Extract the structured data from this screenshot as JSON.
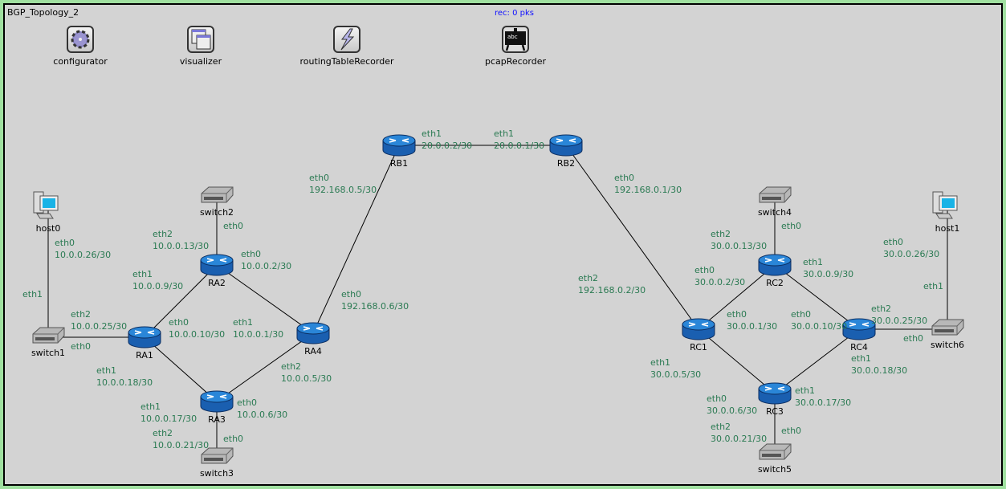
{
  "network": {
    "title": "BGP_Topology_2",
    "status": "rec: 0 pks"
  },
  "tools": [
    {
      "label": "configurator",
      "icon": "gear-icon"
    },
    {
      "label": "visualizer",
      "icon": "windows-icon"
    },
    {
      "label": "routingTableRecorder",
      "icon": "lightning-icon"
    },
    {
      "label": "pcapRecorder",
      "icon": "blackboard-icon"
    }
  ],
  "pcap_icon_text": "abc",
  "nodes": [
    {
      "id": "host0",
      "type": "host"
    },
    {
      "id": "switch1",
      "type": "switch"
    },
    {
      "id": "RA1",
      "type": "router"
    },
    {
      "id": "RA2",
      "type": "router"
    },
    {
      "id": "RA3",
      "type": "router"
    },
    {
      "id": "RA4",
      "type": "router"
    },
    {
      "id": "switch2",
      "type": "switch"
    },
    {
      "id": "switch3",
      "type": "switch"
    },
    {
      "id": "RB1",
      "type": "router"
    },
    {
      "id": "RB2",
      "type": "router"
    },
    {
      "id": "RC1",
      "type": "router"
    },
    {
      "id": "RC2",
      "type": "router"
    },
    {
      "id": "RC3",
      "type": "router"
    },
    {
      "id": "RC4",
      "type": "router"
    },
    {
      "id": "switch4",
      "type": "switch"
    },
    {
      "id": "switch5",
      "type": "switch"
    },
    {
      "id": "switch6",
      "type": "switch"
    },
    {
      "id": "host1",
      "type": "host"
    }
  ],
  "links": [
    [
      "host0",
      "switch1"
    ],
    [
      "switch1",
      "RA1"
    ],
    [
      "RA1",
      "RA2"
    ],
    [
      "RA1",
      "RA3"
    ],
    [
      "RA2",
      "RA4"
    ],
    [
      "RA3",
      "RA4"
    ],
    [
      "RA2",
      "switch2"
    ],
    [
      "RA3",
      "switch3"
    ],
    [
      "RA4",
      "RB1"
    ],
    [
      "RB1",
      "RB2"
    ],
    [
      "RB2",
      "RC1"
    ],
    [
      "RC1",
      "RC2"
    ],
    [
      "RC1",
      "RC3"
    ],
    [
      "RC2",
      "RC4"
    ],
    [
      "RC3",
      "RC4"
    ],
    [
      "RC2",
      "switch4"
    ],
    [
      "RC3",
      "switch5"
    ],
    [
      "RC4",
      "switch6"
    ],
    [
      "switch6",
      "host1"
    ]
  ],
  "interfaces": [
    {
      "node": "host0",
      "name": "eth0",
      "ip": "10.0.0.26/30"
    },
    {
      "node": "switch1",
      "name": "eth1",
      "ip": ""
    },
    {
      "node": "RA1",
      "name": "eth2",
      "ip": "10.0.0.25/30"
    },
    {
      "node": "switch1",
      "name": "eth0",
      "ip": ""
    },
    {
      "node": "RA1",
      "name": "eth0",
      "ip": "10.0.0.10/30"
    },
    {
      "node": "RA1",
      "name": "eth1",
      "ip": "10.0.0.18/30"
    },
    {
      "node": "RA2",
      "name": "eth1",
      "ip": "10.0.0.9/30"
    },
    {
      "node": "RA2",
      "name": "eth0",
      "ip": "10.0.0.2/30"
    },
    {
      "node": "RA2",
      "name": "eth2",
      "ip": "10.0.0.13/30"
    },
    {
      "node": "switch2",
      "name": "eth0",
      "ip": ""
    },
    {
      "node": "RA4",
      "name": "eth1",
      "ip": "10.0.0.1/30"
    },
    {
      "node": "RA4",
      "name": "eth2",
      "ip": "10.0.0.5/30"
    },
    {
      "node": "RA3",
      "name": "eth0",
      "ip": "10.0.0.6/30"
    },
    {
      "node": "RA3",
      "name": "eth1",
      "ip": "10.0.0.17/30"
    },
    {
      "node": "RA3",
      "name": "eth2",
      "ip": "10.0.0.21/30"
    },
    {
      "node": "switch3",
      "name": "eth0",
      "ip": ""
    },
    {
      "node": "RA4",
      "name": "eth0",
      "ip": "192.168.0.6/30"
    },
    {
      "node": "RB1",
      "name": "eth0",
      "ip": "192.168.0.5/30"
    },
    {
      "node": "RB1",
      "name": "eth1",
      "ip": "20.0.0.2/30"
    },
    {
      "node": "RB2",
      "name": "eth1",
      "ip": "20.0.0.1/30"
    },
    {
      "node": "RB2",
      "name": "eth0",
      "ip": "192.168.0.1/30"
    },
    {
      "node": "RC1",
      "name": "eth2",
      "ip": "192.168.0.2/30"
    },
    {
      "node": "RC1",
      "name": "eth0",
      "ip": "30.0.0.1/30"
    },
    {
      "node": "RC1",
      "name": "eth1",
      "ip": "30.0.0.5/30"
    },
    {
      "node": "RC2",
      "name": "eth0",
      "ip": "30.0.0.2/30"
    },
    {
      "node": "RC2",
      "name": "eth2",
      "ip": "30.0.0.13/30"
    },
    {
      "node": "switch4",
      "name": "eth0",
      "ip": ""
    },
    {
      "node": "RC2",
      "name": "eth1",
      "ip": "30.0.0.9/30"
    },
    {
      "node": "RC4",
      "name": "eth0",
      "ip": "30.0.0.10/30"
    },
    {
      "node": "RC3",
      "name": "eth0",
      "ip": "30.0.0.6/30"
    },
    {
      "node": "RC3",
      "name": "eth1",
      "ip": "30.0.0.17/30"
    },
    {
      "node": "RC4",
      "name": "eth1",
      "ip": "30.0.0.18/30"
    },
    {
      "node": "RC4",
      "name": "eth2",
      "ip": "30.0.0.25/30"
    },
    {
      "node": "switch6",
      "name": "eth0",
      "ip": ""
    },
    {
      "node": "RC3",
      "name": "eth2",
      "ip": "30.0.0.21/30"
    },
    {
      "node": "switch5",
      "name": "eth0",
      "ip": ""
    },
    {
      "node": "host1",
      "name": "eth0",
      "ip": "30.0.0.26/30"
    },
    {
      "node": "switch6",
      "name": "eth1",
      "ip": ""
    }
  ]
}
